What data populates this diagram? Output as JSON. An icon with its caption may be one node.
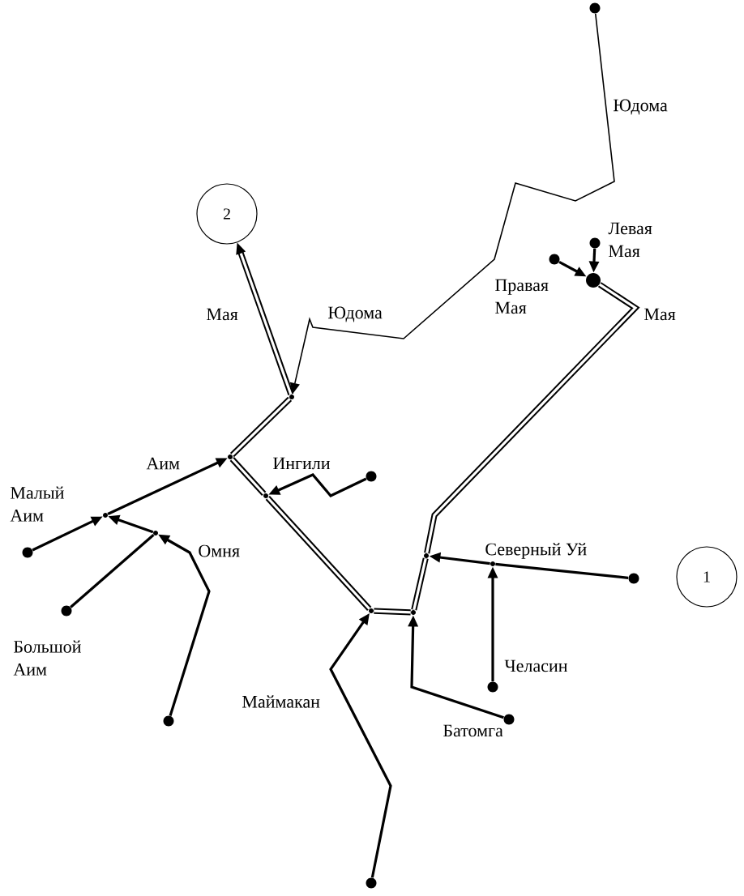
{
  "diagram": {
    "nodes": [
      {
        "text": [
          "2"
        ]
      },
      {
        "text": [
          "1"
        ]
      },
      {
        "text": [],
        "shape": "dot"
      },
      {
        "text": [],
        "shape": "dot"
      },
      {
        "text": [],
        "shape": "dot"
      },
      {
        "text": [],
        "shape": "dot"
      },
      {
        "text": [],
        "shape": "dot"
      },
      {
        "text": [],
        "shape": "dot"
      },
      {
        "text": [],
        "shape": "dot"
      },
      {
        "text": [],
        "shape": "dot"
      },
      {
        "text": [],
        "shape": "dot"
      },
      {
        "text": [],
        "shape": "dot"
      },
      {
        "text": [],
        "shape": "dot"
      },
      {
        "text": [],
        "shape": "dot"
      },
      {
        "text": [],
        "shape": "point"
      },
      {
        "text": [],
        "shape": "point"
      },
      {
        "text": [],
        "shape": "point"
      },
      {
        "text": [],
        "shape": "point"
      },
      {
        "text": [],
        "shape": "point"
      },
      {
        "text": [],
        "shape": "point"
      },
      {
        "text": [],
        "shape": "point"
      },
      {
        "text": [],
        "shape": "point"
      },
      {
        "text": [],
        "shape": "point"
      }
    ],
    "edges": [
      {
        "from": 2,
        "to": 14,
        "arrow": "to"
      },
      {
        "from": 3,
        "to": 13,
        "arrow": "to"
      },
      {
        "from": 4,
        "to": 13,
        "arrow": "to"
      },
      {
        "from": 13,
        "to": 20,
        "arrow": "none",
        "style": "thick"
      },
      {
        "from": 20,
        "to": 19,
        "arrow": "none",
        "style": "thick"
      },
      {
        "from": 19,
        "to": 18,
        "arrow": "none",
        "style": "thick"
      },
      {
        "from": 18,
        "to": 22,
        "arrow": "none",
        "style": "thick"
      },
      {
        "from": 22,
        "to": 15,
        "arrow": "none",
        "style": "thick"
      },
      {
        "from": 15,
        "to": 14,
        "arrow": "none",
        "style": "thick"
      },
      {
        "from": 14,
        "to": 0,
        "arrow": "to",
        "style": "thick"
      },
      {
        "from": 5,
        "to": 22,
        "arrow": "to"
      },
      {
        "from": 6,
        "to": 16,
        "arrow": "to"
      },
      {
        "from": 7,
        "to": 17,
        "arrow": "none"
      },
      {
        "from": 8,
        "to": 17,
        "arrow": "to"
      },
      {
        "from": 17,
        "to": 16,
        "arrow": "to"
      },
      {
        "from": 16,
        "to": 15,
        "arrow": "to"
      },
      {
        "from": 12,
        "to": 18,
        "arrow": "to"
      },
      {
        "from": 11,
        "to": 19,
        "arrow": "to"
      },
      {
        "from": 10,
        "to": 21,
        "arrow": "to"
      },
      {
        "from": 9,
        "to": 21,
        "arrow": "none"
      },
      {
        "from": 21,
        "to": 20,
        "arrow": "to"
      }
    ],
    "labels": [
      "Юдома",
      "Левая Мая",
      "Мая",
      "Юдома",
      "Правая Мая",
      "Мая",
      "Аим",
      "Ингили",
      "Малый Аим",
      "Омня",
      "Северный Уй",
      "Большой Аим",
      "Челасин",
      "Маймакан",
      "Батомга"
    ]
  }
}
